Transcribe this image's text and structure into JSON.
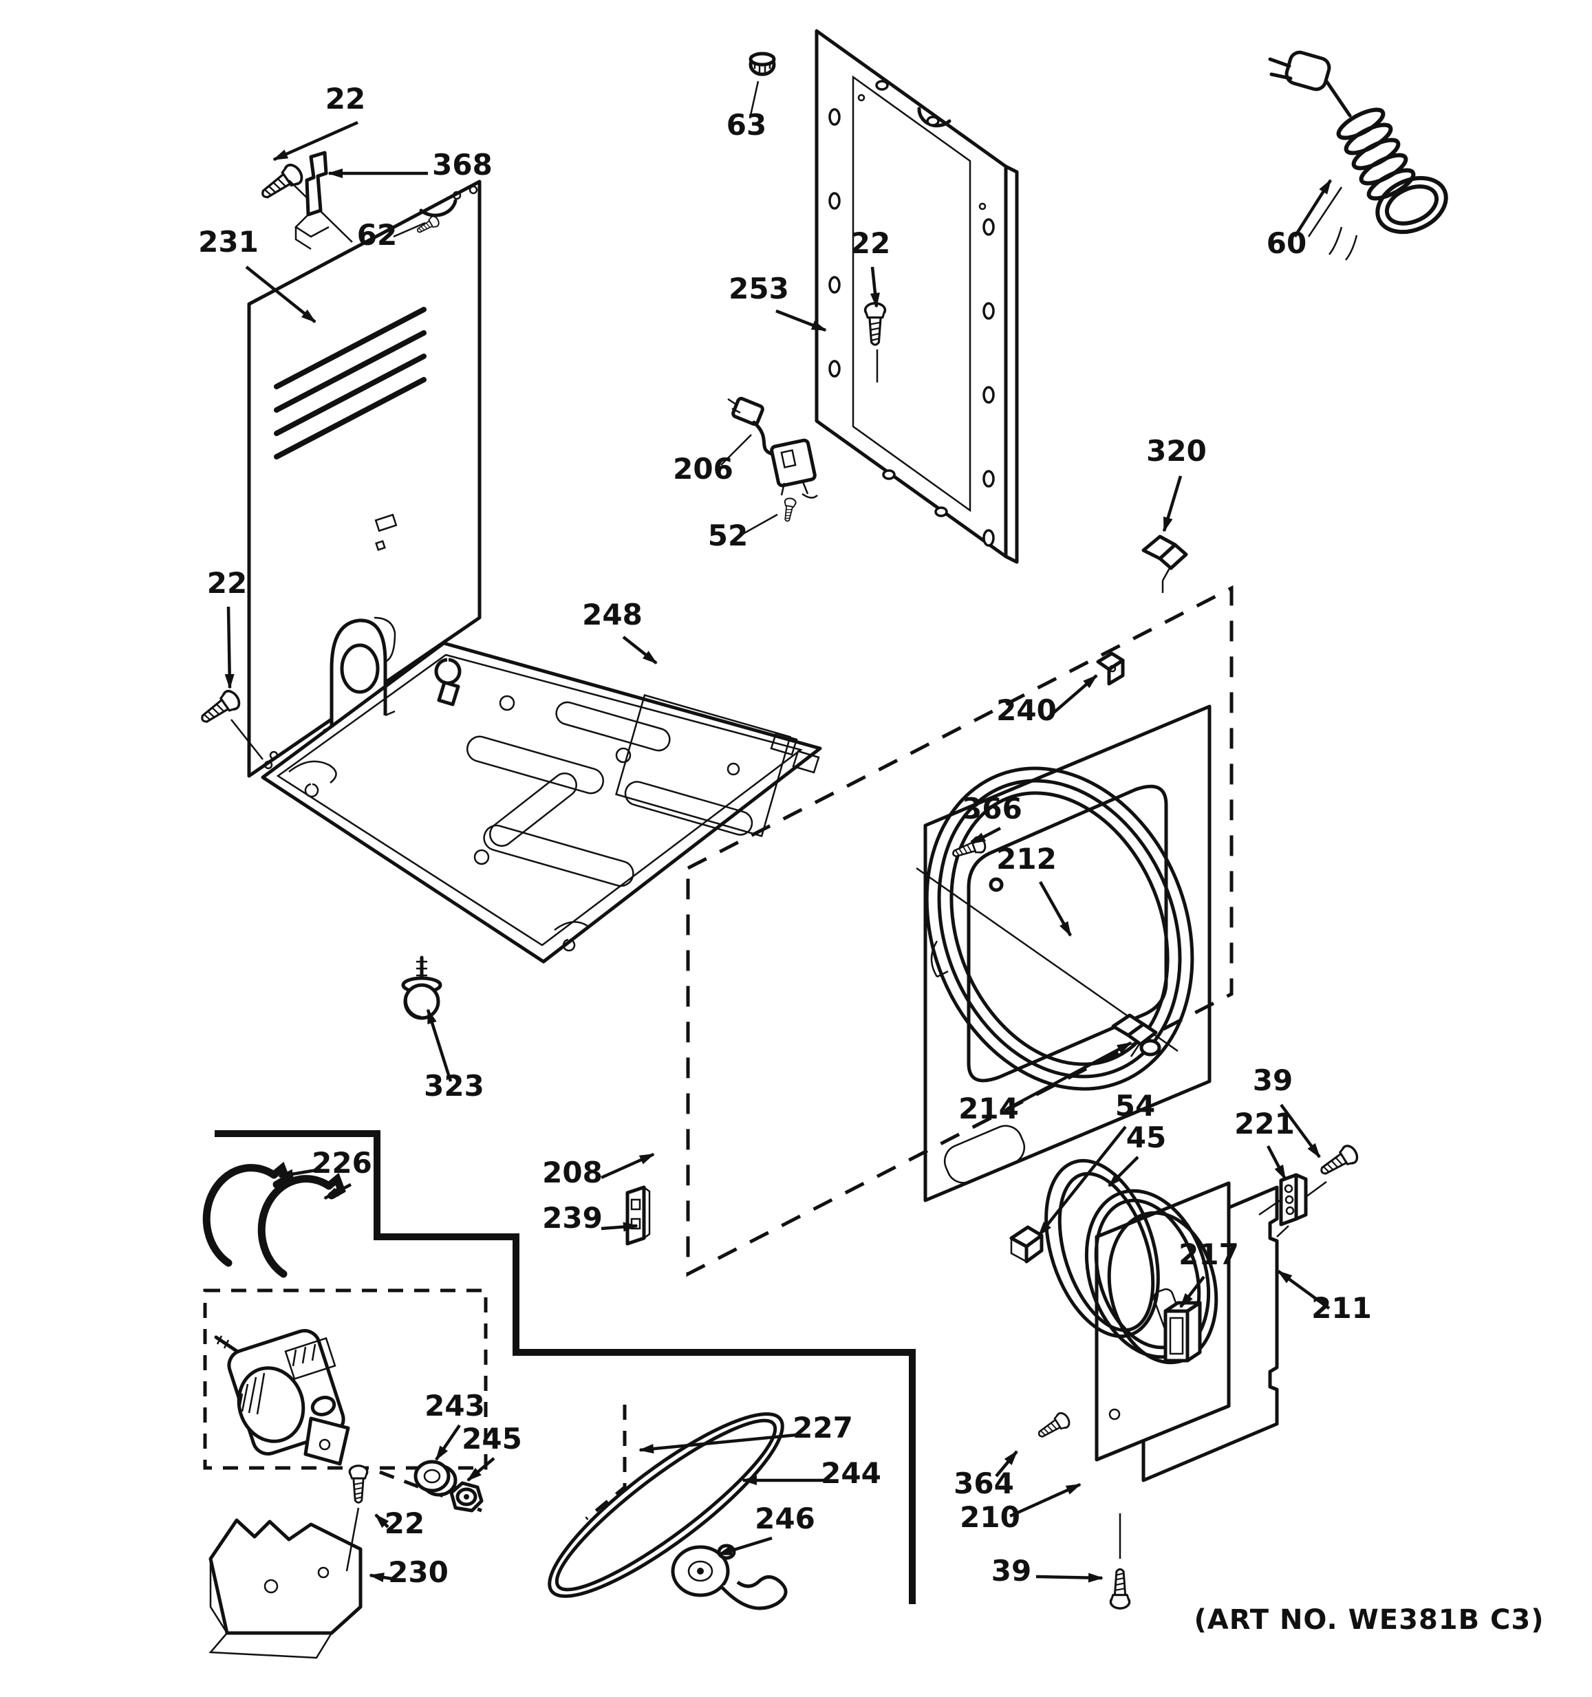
{
  "art_no": "(ART NO. WE381B C3)",
  "callouts": [
    {
      "part": "screw-rear-bracket",
      "label": "22"
    },
    {
      "part": "ground-bracket",
      "label": "368"
    },
    {
      "part": "screw-small-rear",
      "label": "62"
    },
    {
      "part": "back-panel",
      "label": "231"
    },
    {
      "part": "cap-nut",
      "label": "63"
    },
    {
      "part": "side-panel-frame",
      "label": "253"
    },
    {
      "part": "screw-side-frame",
      "label": "22"
    },
    {
      "part": "power-cord",
      "label": "60"
    },
    {
      "part": "thermostat-switch",
      "label": "206"
    },
    {
      "part": "screw-thermostat",
      "label": "52"
    },
    {
      "part": "clip-top-front",
      "label": "320"
    },
    {
      "part": "screw-back-lower",
      "label": "22"
    },
    {
      "part": "base-pan",
      "label": "248"
    },
    {
      "part": "clip-front-panel",
      "label": "240"
    },
    {
      "part": "screw-bearing",
      "label": "366"
    },
    {
      "part": "drum-felt-seal",
      "label": "212"
    },
    {
      "part": "leveling-leg",
      "label": "323"
    },
    {
      "part": "bearing-slide-clip",
      "label": "214"
    },
    {
      "part": "motor-clips",
      "label": "226"
    },
    {
      "part": "front-panel-assembly",
      "label": "208"
    },
    {
      "part": "clip-lower",
      "label": "239"
    },
    {
      "part": "door-catch",
      "label": "54"
    },
    {
      "part": "door-seal",
      "label": "45"
    },
    {
      "part": "screw-hinge",
      "label": "39"
    },
    {
      "part": "door-hinge",
      "label": "221"
    },
    {
      "part": "door-handle",
      "label": "217"
    },
    {
      "part": "outer-door-panel",
      "label": "211"
    },
    {
      "part": "motor-pulley",
      "label": "243"
    },
    {
      "part": "pulley-washer",
      "label": "245"
    },
    {
      "part": "belt-path",
      "label": "227"
    },
    {
      "part": "drive-belt",
      "label": "244"
    },
    {
      "part": "idler-pulley",
      "label": "246"
    },
    {
      "part": "screw-motor-bracket",
      "label": "22"
    },
    {
      "part": "motor-bracket",
      "label": "230"
    },
    {
      "part": "screw-inner-door",
      "label": "364"
    },
    {
      "part": "inner-door-panel",
      "label": "210"
    },
    {
      "part": "screw-door-bottom",
      "label": "39"
    }
  ]
}
